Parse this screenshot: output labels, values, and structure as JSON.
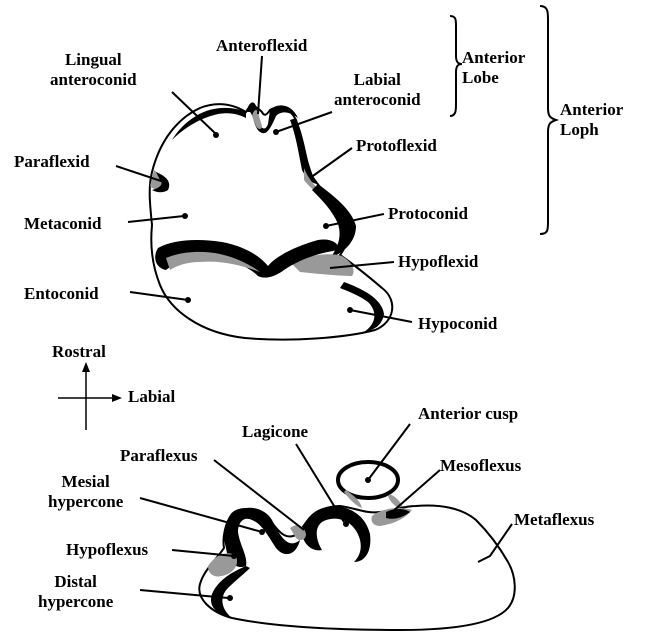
{
  "labels": {
    "anteroflexid": "Anteroflexid",
    "lingual_anteroconid": "Lingual\nanteroconid",
    "labial_anteroconid": "Labial\nanteroconid",
    "anterior_lobe": "Anterior\nLobe",
    "anterior_loph": "Anterior\nLoph",
    "paraflexid": "Paraflexid",
    "protoflexid": "Protoflexid",
    "metaconid": "Metaconid",
    "protoconid": "Protoconid",
    "hypoflexid": "Hypoflexid",
    "entoconid": "Entoconid",
    "hypoconid": "Hypoconid",
    "rostral": "Rostral",
    "labial": "Labial",
    "anterior_cusp": "Anterior cusp",
    "lagicone": "Lagicone",
    "paraflexus": "Paraflexus",
    "mesoflexus": "Mesoflexus",
    "mesial_hypercone": "Mesial\nhypercone",
    "metaflexus": "Metaflexus",
    "hypoflexus": "Hypoflexus",
    "distal_hypercone": "Distal\nhypercone"
  },
  "colors": {
    "enamel": "#000000",
    "cement": "#999999",
    "outline": "#000000",
    "background": "#ffffff"
  }
}
